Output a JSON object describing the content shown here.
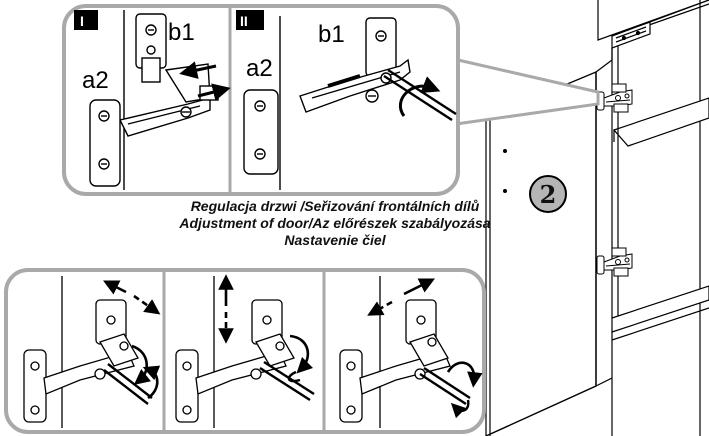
{
  "top_panel": {
    "left_step": "I",
    "right_step": "II",
    "label_b1_left": "b1",
    "label_a2_left": "a2",
    "label_b1_right": "b1",
    "label_a2_right": "a2"
  },
  "caption": {
    "line1": "Regulacja drzwi /Seřizování frontálních dílů",
    "line2": "Adjustment of door/Az előrészek szabályozása",
    "line3": "Nastavenie čiel"
  },
  "step_badge": {
    "number": "2"
  },
  "colors": {
    "frame_gray": "#a9a9a9",
    "panel_gray": "#c9c9c9",
    "badge_fill": "#b5b5b5"
  }
}
